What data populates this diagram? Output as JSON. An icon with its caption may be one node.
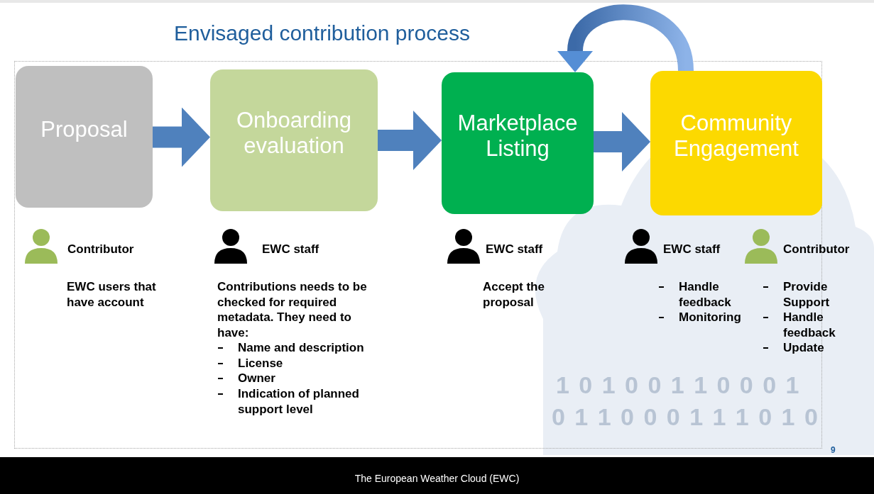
{
  "diagram": {
    "title": "Envisaged contribution process",
    "nodes": [
      {
        "text": [
          "Proposal"
        ]
      },
      {
        "text": [
          "Onboarding evaluation"
        ]
      },
      {
        "text": [
          "Marketplace Listing"
        ]
      },
      {
        "text": [
          "Community Engagement"
        ]
      }
    ],
    "edges": [
      {
        "from": 0,
        "to": 1,
        "arrow": "to"
      },
      {
        "from": 1,
        "to": 2,
        "arrow": "to"
      },
      {
        "from": 2,
        "to": 3,
        "arrow": "to"
      },
      {
        "from": 3,
        "to": 2,
        "arrow": "to"
      }
    ],
    "labels": [
      "Contributor",
      "EWC staff",
      "EWC staff",
      "EWC staff",
      "Contributor",
      "EWC users that have account",
      "Contributions needs to be checked for required metadata. They need to have:",
      "Name and description",
      "License",
      "Owner",
      "Indication of planned support level",
      "Accept the proposal",
      "Handle feedback",
      "Monitoring",
      "Provide Support",
      "Handle feedback",
      "Update",
      "1 0 1 0 0 1 1 0 0 0 1",
      "0 1 1 0 0 0 1 1 1 0 1 0",
      "9",
      "The European Weather Cloud (EWC)"
    ]
  }
}
